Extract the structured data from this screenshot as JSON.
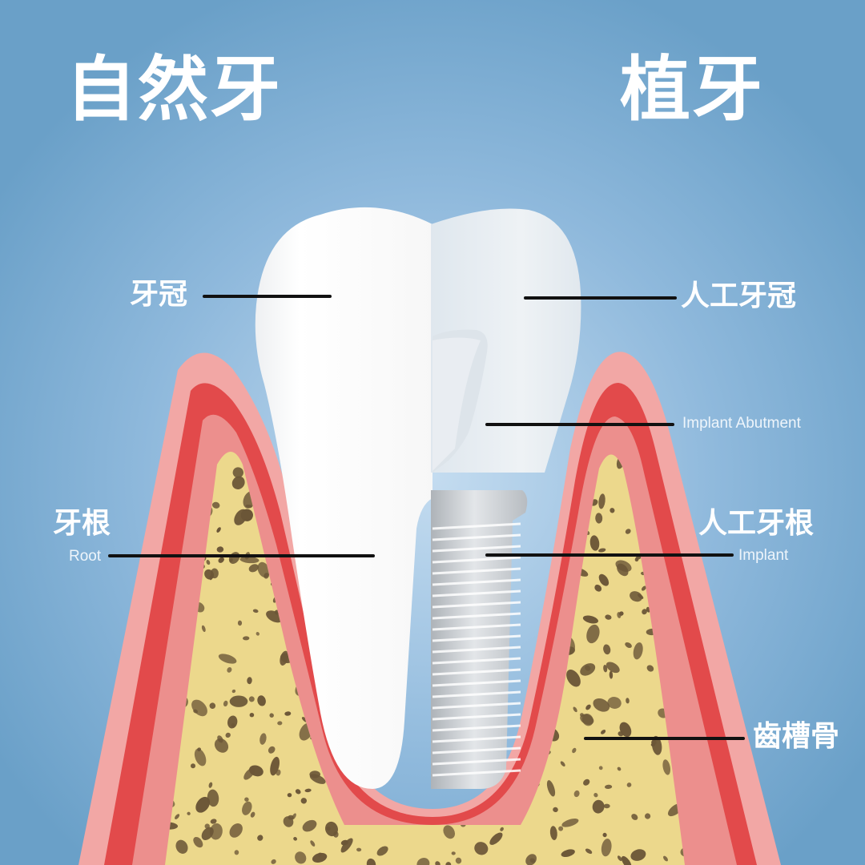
{
  "titles": {
    "natural_tooth": "自然牙",
    "implant": "植牙"
  },
  "labels": {
    "crown": "牙冠",
    "root_zh": "牙根",
    "root_en": "Root",
    "artificial_crown": "人工牙冠",
    "abutment_en": "Implant Abutment",
    "artificial_root": "人工牙根",
    "implant_en": "Implant",
    "alveolar_bone": "齒槽骨"
  },
  "colors": {
    "background": "#6aa0c8",
    "background_glow": "#a9cbe6",
    "gum_outer": "#f2a7a5",
    "gum_mid": "#e24a4b",
    "gum_inner": "#ec8f8d",
    "bone": "#ecd88c",
    "bone_spots": "#6b5637",
    "tooth": "#ffffff",
    "implant_crown": "#e8eef3",
    "implant_metal": "#c9cdd1",
    "leader_line": "#111111",
    "text": "#ffffff"
  }
}
